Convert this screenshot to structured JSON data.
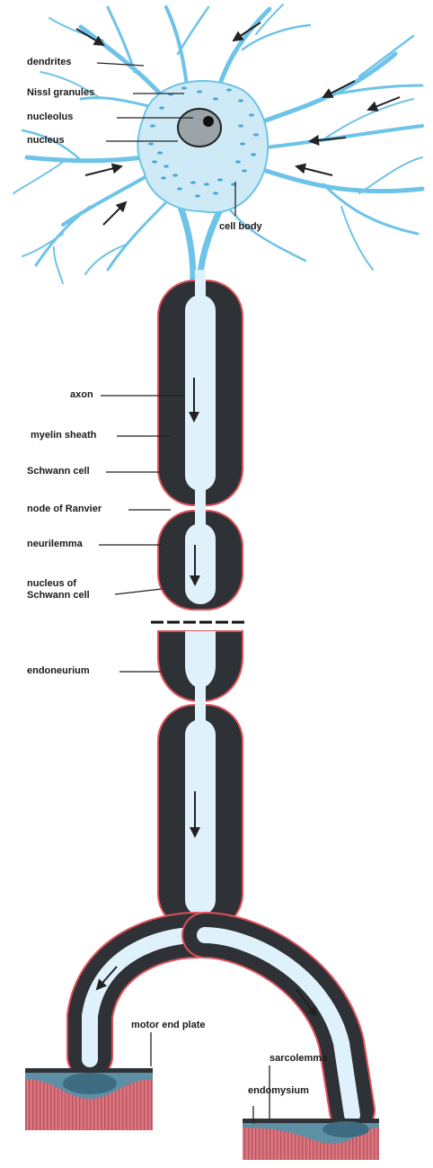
{
  "labels": {
    "dendrites": "dendrites",
    "nissl_granules": "Nissl granules",
    "nucleolus": "nucleolus",
    "nucleus": "nucleus",
    "cell_body": "cell body",
    "axon": "axon",
    "myelin_sheath": "myelin sheath",
    "schwann_cell": "Schwann cell",
    "node_of_ranvier": "node of Ranvier",
    "neurilemma": "neurilemma",
    "nucleus_of_schwann_cell_line1": "nucleus of",
    "nucleus_of_schwann_cell_line2": "Schwann cell",
    "endoneurium": "endoneurium",
    "motor_end_plate": "motor end plate",
    "sarcolemma": "sarcolemma",
    "endomysium": "endomysium"
  },
  "colors": {
    "dendrite": "#6ec3e8",
    "myelin": "#2e3135",
    "axoplasm": "#dff2fb",
    "neurilemma": "#e0505a",
    "muscle": "#d9767f",
    "leader_line": "#222222"
  }
}
